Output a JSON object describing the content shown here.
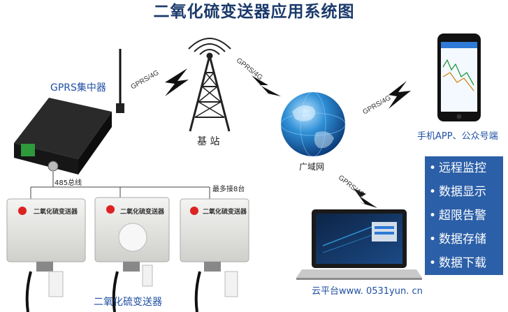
{
  "title": "二氧化硫变送器应用系统图",
  "labels": {
    "concentrator": "GPRS集中器",
    "base_station": "基  站",
    "wan": "广域网",
    "phone": "手机APP、公众号端",
    "cloud": "云平台www. 0531yun. cn",
    "bus": "485总线",
    "max_connect": "最多接8台",
    "sensors": "二氧化硫变送器"
  },
  "links": [
    "GPRS/4G",
    "GPRS/4G",
    "GPRS/4G",
    "GPRS/4G"
  ],
  "device": {
    "sensor_face_label": "二氧化硫变送器"
  },
  "features": [
    "远程监控",
    "数据显示",
    "超限告警",
    "数据存储",
    "数据下载"
  ],
  "colors": {
    "title": "#1b3a6b",
    "accent_blue": "#1f4fa3",
    "feature_panel": "#2b5fa8",
    "lightning": "#111111"
  }
}
